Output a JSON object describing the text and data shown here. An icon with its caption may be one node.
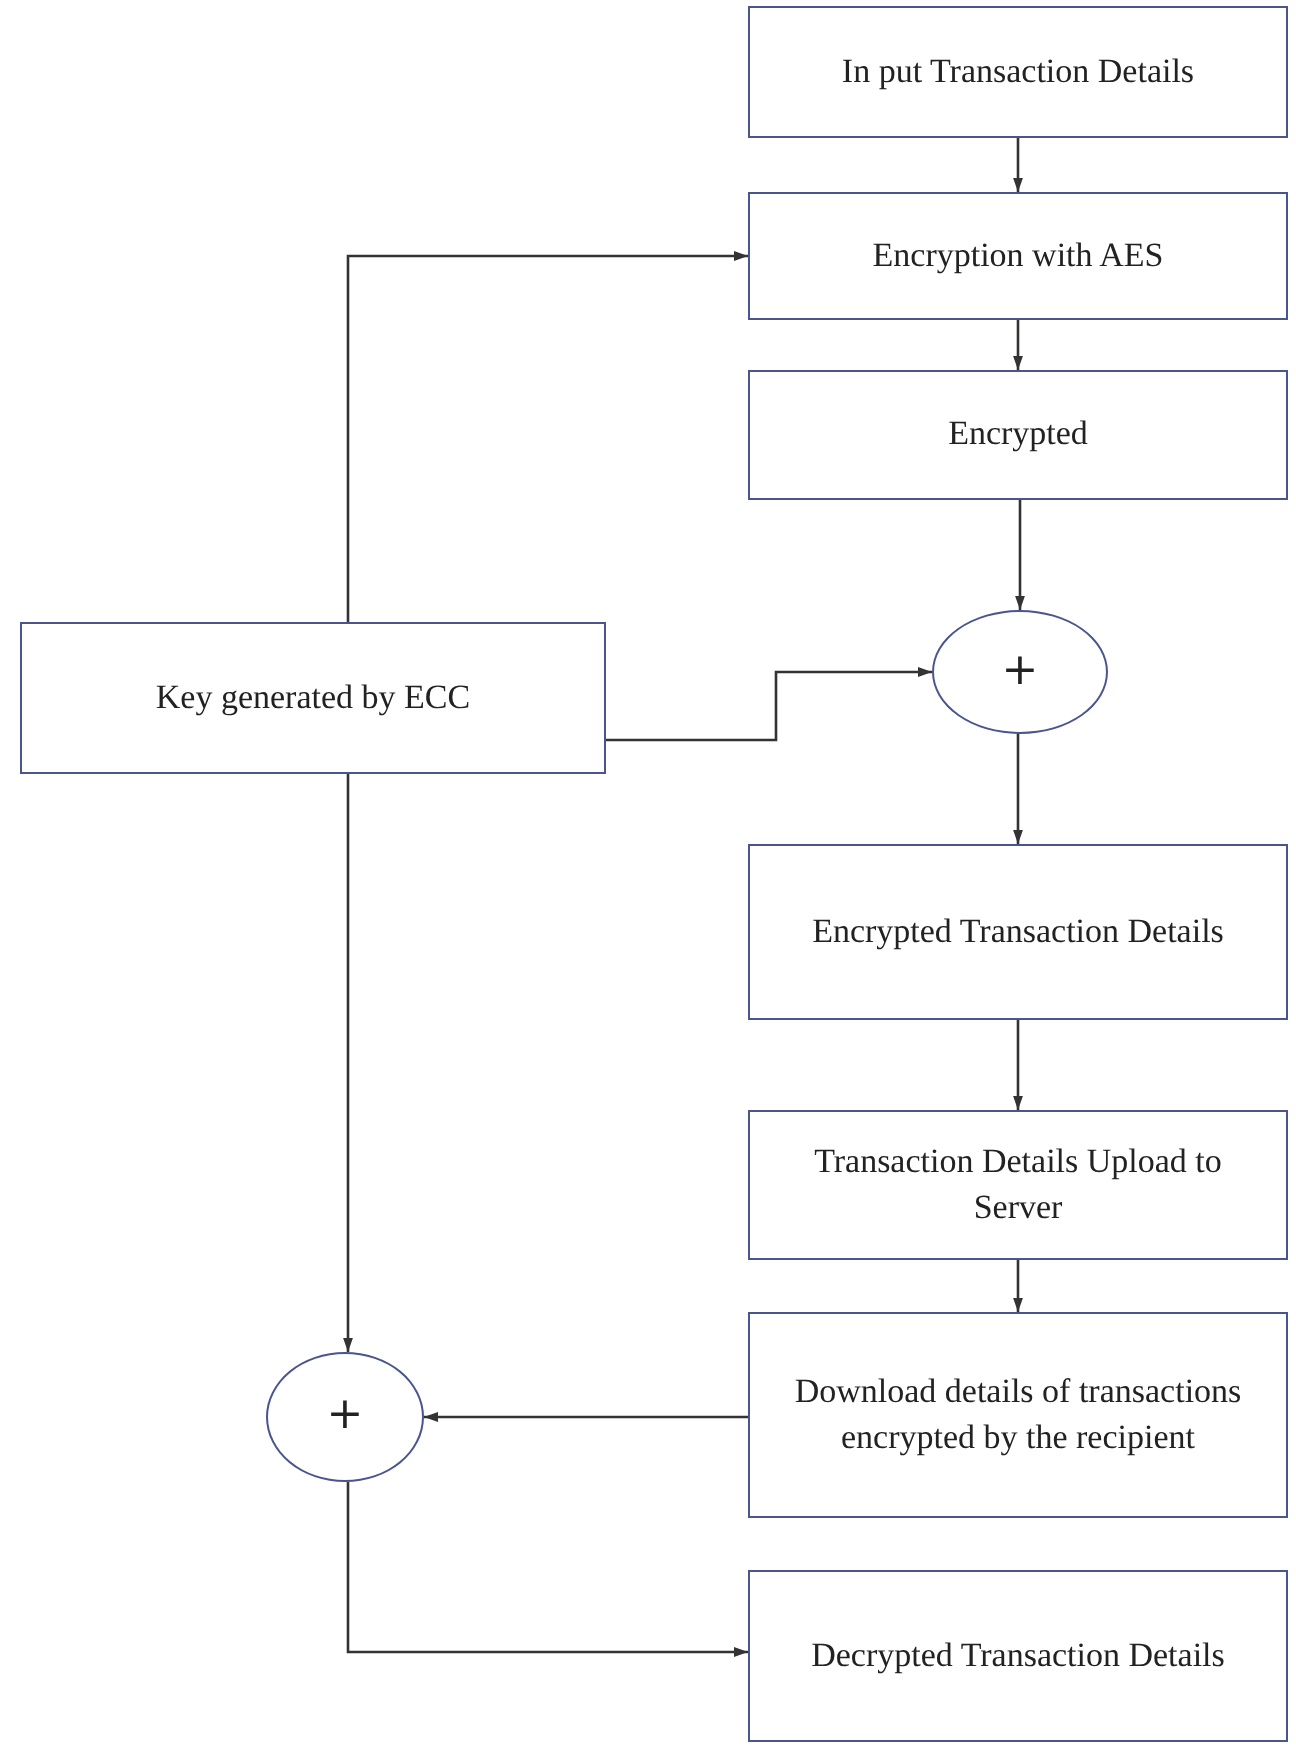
{
  "diagram": {
    "nodes": [
      {
        "text": [
          "In put Transaction Details"
        ]
      },
      {
        "text": [
          "Encryption with AES"
        ]
      },
      {
        "text": [
          "Encrypted"
        ]
      },
      {
        "text": [
          "+"
        ]
      },
      {
        "text": [
          "Key generated by  ECC"
        ]
      },
      {
        "text": [
          "Encrypted Transaction Details"
        ]
      },
      {
        "text": [
          "Transaction Details Upload to Server"
        ]
      },
      {
        "text": [
          "Download details of transactions encrypted by the recipient"
        ]
      },
      {
        "text": [
          "+"
        ]
      },
      {
        "text": [
          "Decrypted Transaction Details"
        ]
      }
    ],
    "edges": [
      {
        "from": 0,
        "to": 1,
        "arrow": "to"
      },
      {
        "from": 4,
        "to": 1,
        "arrow": "to"
      },
      {
        "from": 1,
        "to": 2,
        "arrow": "to"
      },
      {
        "from": 2,
        "to": 3,
        "arrow": "to"
      },
      {
        "from": 4,
        "to": 3,
        "arrow": "to"
      },
      {
        "from": 3,
        "to": 5,
        "arrow": "to"
      },
      {
        "from": 5,
        "to": 6,
        "arrow": "to"
      },
      {
        "from": 6,
        "to": 7,
        "arrow": "to"
      },
      {
        "from": 4,
        "to": 8,
        "arrow": "to"
      },
      {
        "from": 7,
        "to": 8,
        "arrow": "to"
      },
      {
        "from": 8,
        "to": 9,
        "arrow": "to"
      }
    ]
  }
}
